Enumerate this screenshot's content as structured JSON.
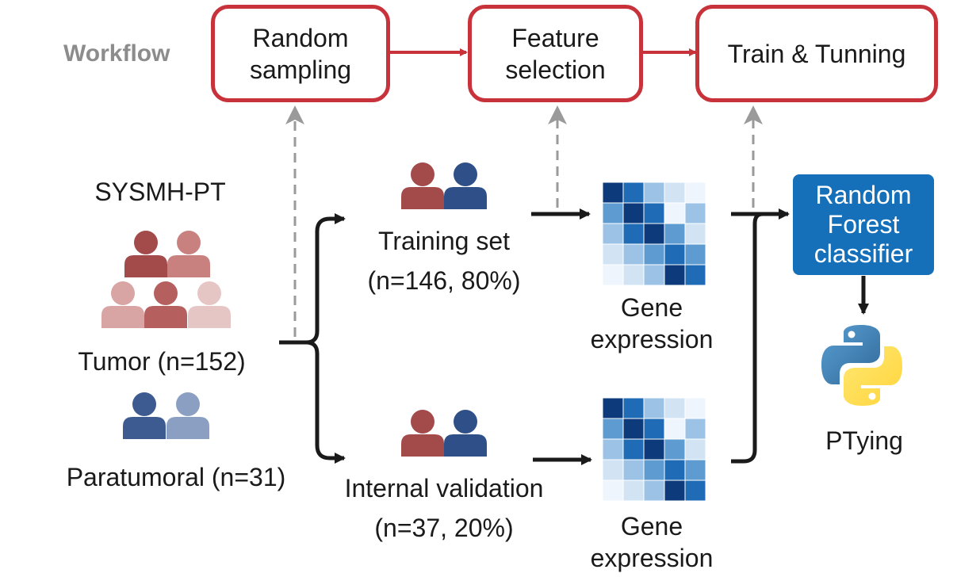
{
  "workflow": {
    "label": "Workflow",
    "steps": [
      "Random\nsampling",
      "Feature\nselection",
      "Train & Tunning"
    ]
  },
  "cohort": {
    "name": "SYSMH-PT",
    "tumor_label": "Tumor (n=152)",
    "paratumoral_label": "Paratumoral (n=31)"
  },
  "training": {
    "label": "Training set",
    "detail": "(n=146, 80%)"
  },
  "validation": {
    "label": "Internal validation",
    "detail": "(n=37, 20%)"
  },
  "gene_label": "Gene\nexpression",
  "classifier": "Random\nForest\nclassifier",
  "package": "PTying",
  "colors": {
    "workflow_red": "#c8323a",
    "tumor_dark": "#a34a4b",
    "normal_dark": "#2e4f87",
    "classifier_blue": "#1670b9"
  }
}
